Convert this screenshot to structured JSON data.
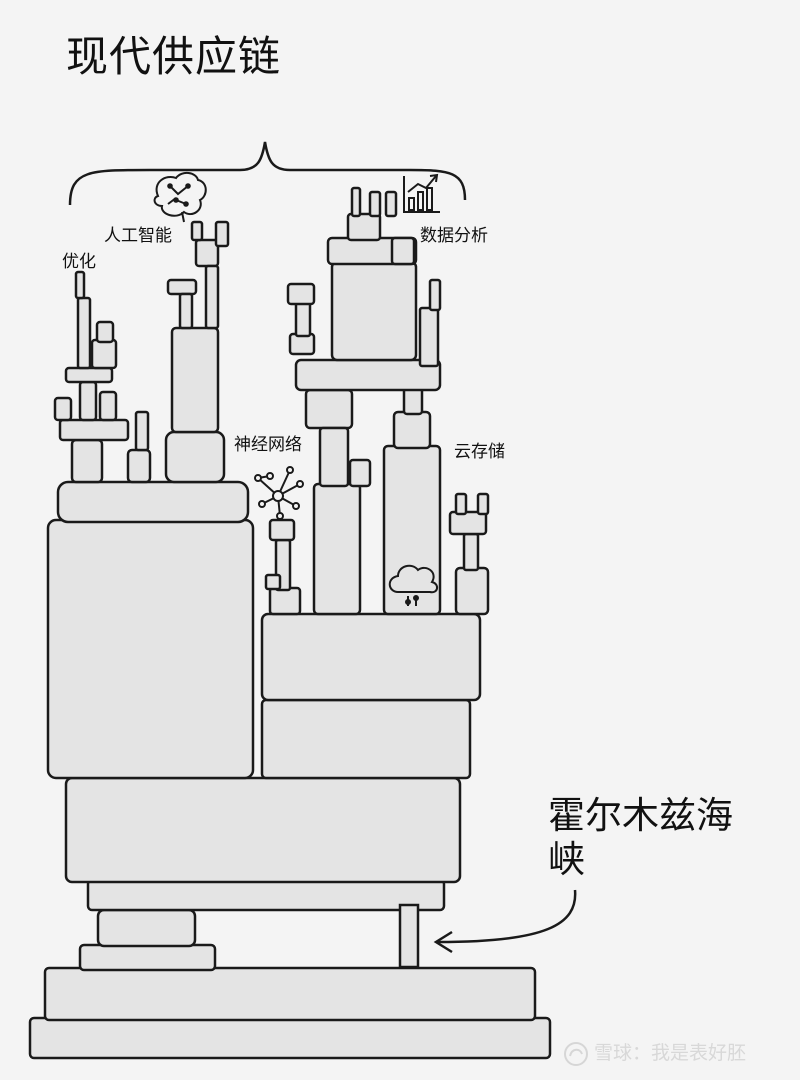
{
  "title": "现代供应链",
  "labels": {
    "optimization": "优化",
    "ai": "人工智能",
    "data_analysis": "数据分析",
    "neural_network": "神经网络",
    "cloud_storage": "云存储"
  },
  "strait": {
    "line1": "霍尔木兹海",
    "line2": "峡"
  },
  "watermark": "雪球：我是表好胚",
  "colors": {
    "block_fill": "#e4e4e4",
    "stroke": "#1a1a1a",
    "background": "#f4f4f4"
  }
}
